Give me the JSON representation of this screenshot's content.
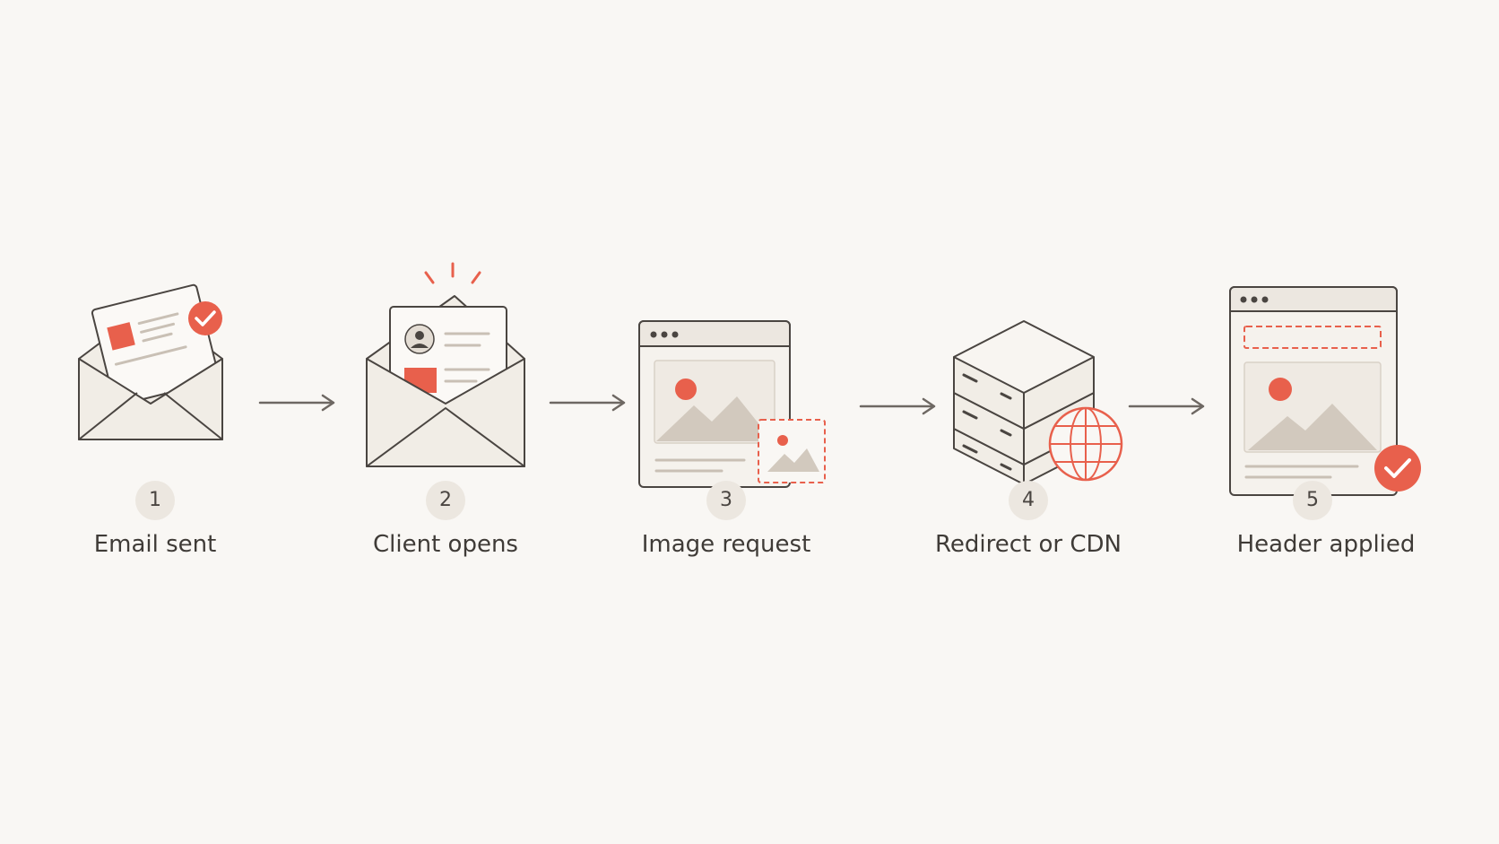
{
  "colors": {
    "accent": "#e8604c",
    "stroke": "#4a4541",
    "fill": "#f1ede6",
    "muted": "#d2c9be",
    "background": "#f9f7f4"
  },
  "steps": [
    {
      "number": "1",
      "label": "Email sent",
      "icon": "envelope-letter-check-icon"
    },
    {
      "number": "2",
      "label": "Client opens",
      "icon": "opened-envelope-icon"
    },
    {
      "number": "3",
      "label": "Image request",
      "icon": "browser-image-request-icon"
    },
    {
      "number": "4",
      "label": "Redirect or CDN",
      "icon": "server-globe-icon"
    },
    {
      "number": "5",
      "label": "Header applied",
      "icon": "browser-header-check-icon"
    }
  ],
  "arrows": [
    "arrow-right-icon",
    "arrow-right-icon",
    "arrow-right-icon",
    "arrow-right-icon"
  ]
}
